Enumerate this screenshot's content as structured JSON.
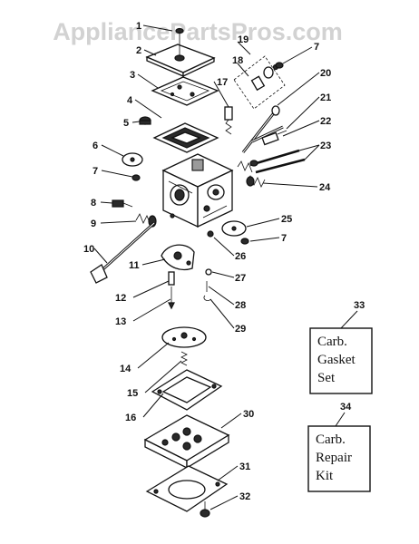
{
  "watermark": "AppliancePartsPros.com",
  "callouts": {
    "c1": "1",
    "c2": "2",
    "c3": "3",
    "c4": "4",
    "c5": "5",
    "c6": "6",
    "c7a": "7",
    "c7b": "7",
    "c7c": "7",
    "c8": "8",
    "c9": "9",
    "c10": "10",
    "c11": "11",
    "c12": "12",
    "c13": "13",
    "c14": "14",
    "c15": "15",
    "c16": "16",
    "c17": "17",
    "c18": "18",
    "c19": "19",
    "c20": "20",
    "c21": "21",
    "c22": "22",
    "c23": "23",
    "c24": "24",
    "c25": "25",
    "c26": "26",
    "c27": "27",
    "c28": "28",
    "c29": "29",
    "c30": "30",
    "c31": "31",
    "c32": "32",
    "c33": "33",
    "c34": "34"
  },
  "kits": {
    "gasket": {
      "line1": "Carb.",
      "line2": "Gasket",
      "line3": "Set"
    },
    "repair": {
      "line1": "Carb.",
      "line2": "Repair",
      "line3": "Kit"
    }
  }
}
